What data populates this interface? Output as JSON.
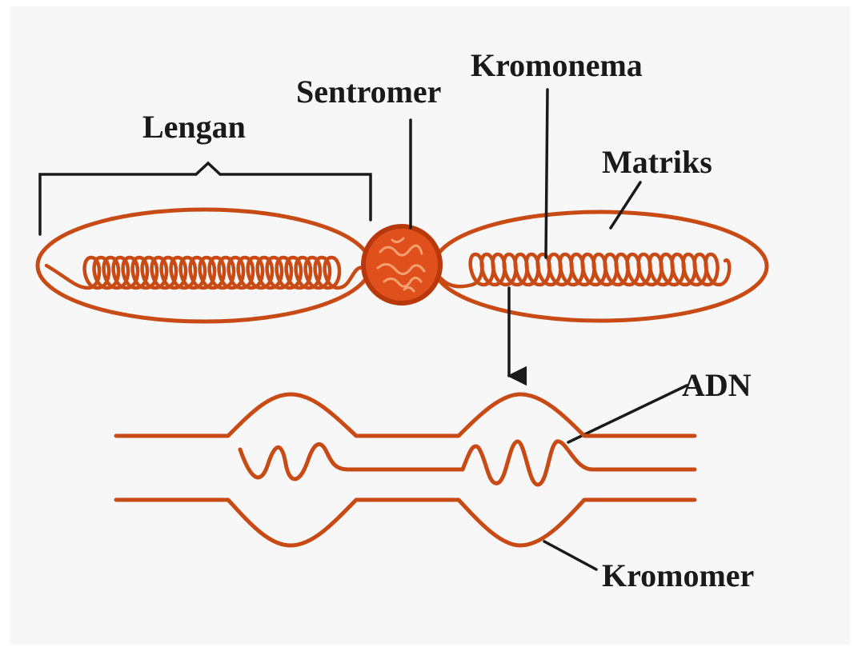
{
  "labels": {
    "lengan": "Lengan",
    "sentromer": "Sentromer",
    "kromonema": "Kromonema",
    "matriks": "Matriks",
    "adn": "ADN",
    "kromomer": "Kromomer"
  },
  "colors": {
    "background": "#ffffff",
    "chromosome": "#c84a14",
    "centromere_fill": "#e0501c",
    "ink": "#1a1a1a"
  }
}
